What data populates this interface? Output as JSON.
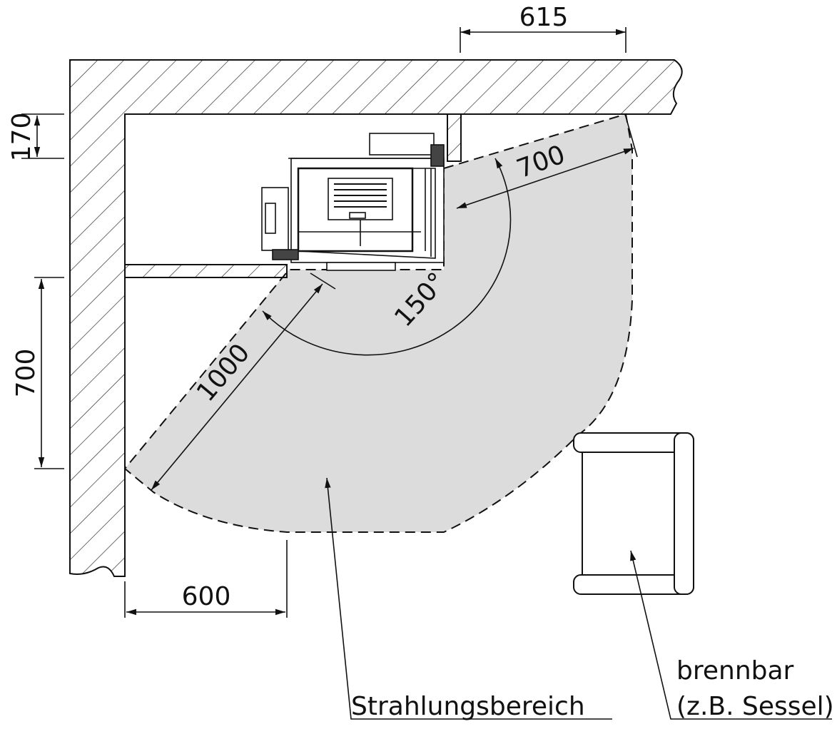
{
  "dimensions": {
    "top_width": "615",
    "wall_offset": "170",
    "side_depth": "700",
    "front_radius": "1000",
    "side_radius": "700",
    "bottom_width": "600",
    "angle": "150°"
  },
  "labels": {
    "radiation_area": "Strahlungsbereich",
    "combustible_line1": "brennbar",
    "combustible_line2": "(z.B. Sessel)"
  },
  "colors": {
    "radiation_fill": "#dcdcdc",
    "line": "#111111"
  }
}
